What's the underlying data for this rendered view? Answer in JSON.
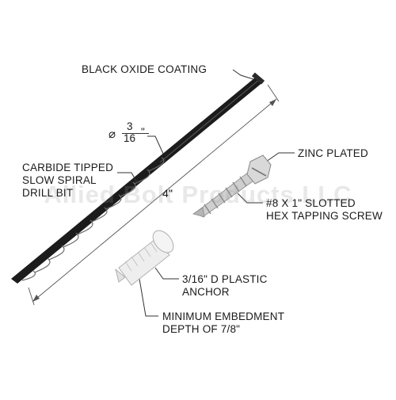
{
  "watermark": "Allied Bolt Products LLC",
  "labels": {
    "coating": "BLACK OXIDE COATING",
    "diameter_symbol": "⌀",
    "diameter_num": "3",
    "diameter_den": "16",
    "diameter_unit": "\"",
    "drill_line1": "CARBIDE TIPPED",
    "drill_line2": "SLOW SPIRAL",
    "drill_line3": "DRILL BIT",
    "length": "4\"",
    "zinc": "ZINC PLATED",
    "screw_line1": "#8 X 1\" SLOTTED",
    "screw_line2": "HEX TAPPING SCREW",
    "anchor_line1": "3/16\" D PLASTIC",
    "anchor_line2": "ANCHOR",
    "embed_line1": "MINIMUM EMBEDMENT",
    "embed_line2": "DEPTH OF 7/8\""
  },
  "colors": {
    "drill": "#1c1c1c",
    "leader": "#333333",
    "screw": "#b9b9b9",
    "anchor": "#e6e6e6"
  }
}
